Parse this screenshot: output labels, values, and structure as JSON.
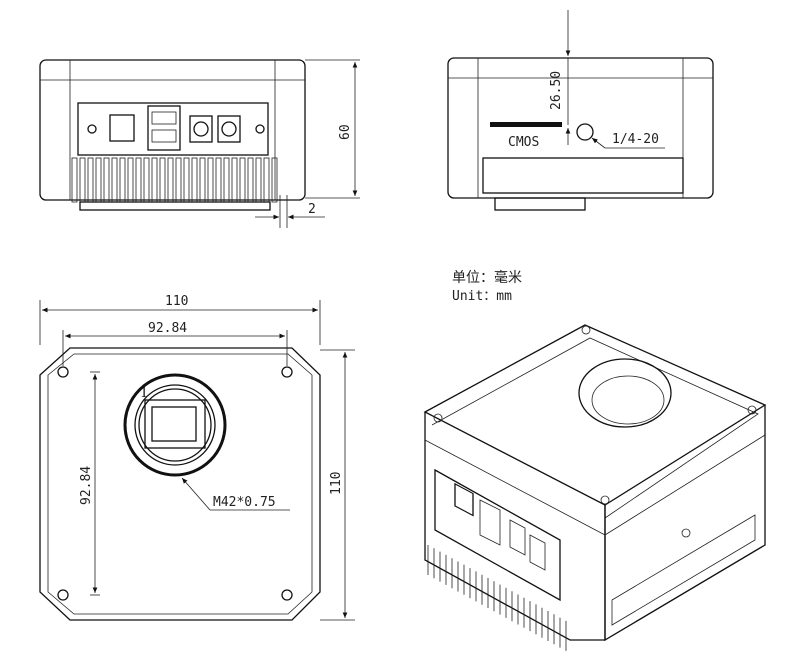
{
  "front_view": {
    "height_dim": "60",
    "fin_dim": "2"
  },
  "side_view": {
    "offset_dim": "26.50",
    "sensor_label": "CMOS",
    "mount_label": "1/4-20"
  },
  "unit_note": {
    "chinese": "单位：毫米",
    "english": "Unit：mm"
  },
  "plate_view": {
    "width_dim": "110",
    "hole_spacing_h": "92.84",
    "hole_spacing_v": "92.84",
    "height_dim": "110",
    "thread_label": "M42*0.75",
    "marker": "1"
  }
}
